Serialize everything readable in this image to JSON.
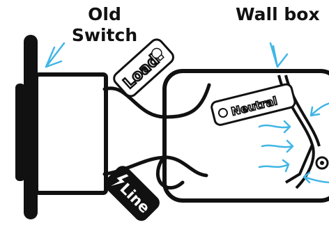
{
  "labels": {
    "old_switch_line1": "Old",
    "old_switch_line2": "Switch",
    "wall_box": "Wall box"
  },
  "tags": {
    "load": "Load",
    "neutral": "Neutral",
    "line": "Line"
  },
  "colors": {
    "outline": "#111111",
    "arrow": "#41b6e6",
    "background": "#ffffff"
  },
  "icons": [
    "bulb-icon",
    "circle-icon",
    "lightning-icon",
    "arrow-icon"
  ]
}
